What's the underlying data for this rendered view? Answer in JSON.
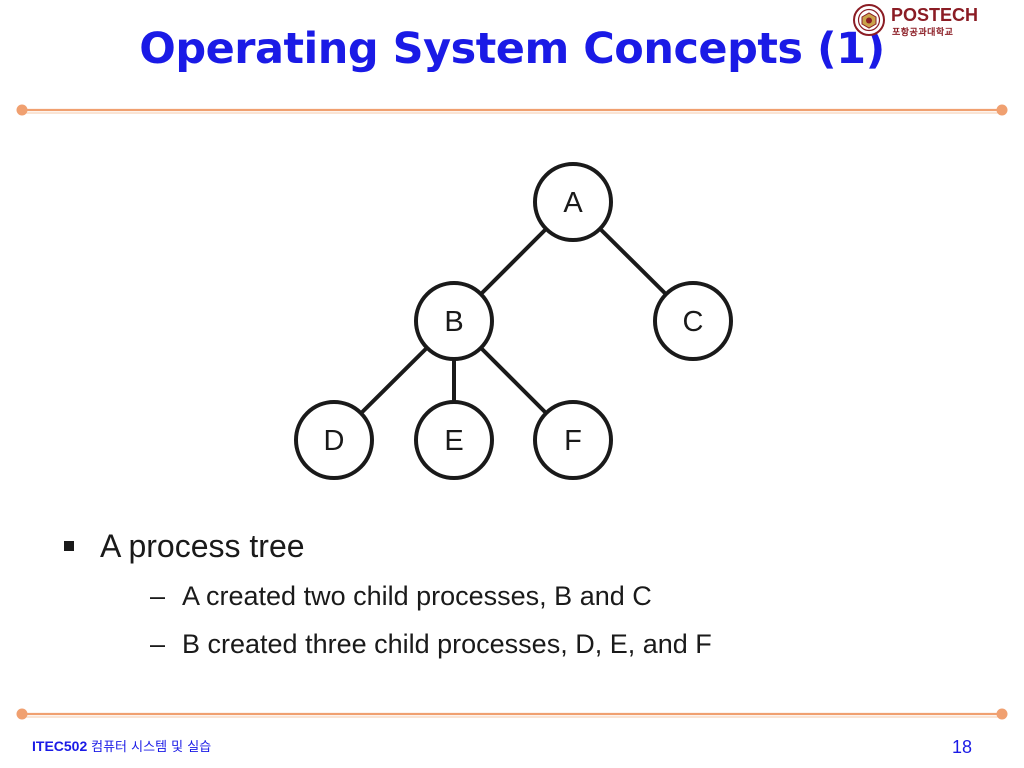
{
  "slide": {
    "title": "Operating System Concepts (1)",
    "page_number": "18"
  },
  "logo": {
    "wordmark": "POSTECH",
    "subtitle": "포항공과대학교",
    "seal_icon": "university-seal-icon"
  },
  "diagram": {
    "nodes": [
      {
        "id": "A",
        "label": "A"
      },
      {
        "id": "B",
        "label": "B"
      },
      {
        "id": "C",
        "label": "C"
      },
      {
        "id": "D",
        "label": "D"
      },
      {
        "id": "E",
        "label": "E"
      },
      {
        "id": "F",
        "label": "F"
      }
    ],
    "edges": [
      {
        "from": "A",
        "to": "B"
      },
      {
        "from": "A",
        "to": "C"
      },
      {
        "from": "B",
        "to": "D"
      },
      {
        "from": "B",
        "to": "E"
      },
      {
        "from": "B",
        "to": "F"
      }
    ]
  },
  "bullets": {
    "main": "A process tree",
    "subs": [
      "A created two child processes, B and C",
      "B created three child processes, D, E, and F"
    ],
    "dash": "–"
  },
  "footer": {
    "course_code": "ITEC502",
    "course_name": "컴퓨터 시스템 및 실습"
  },
  "colors": {
    "title": "#1a1ae6",
    "rule": "#f0a070",
    "brand": "#8b1c24"
  }
}
